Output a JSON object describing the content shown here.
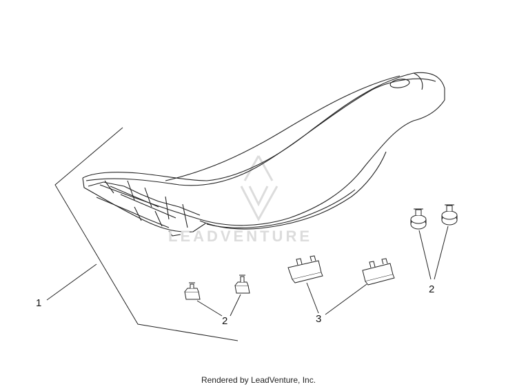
{
  "callouts": {
    "seat_assembly": "1",
    "front_bumper_pair": "2",
    "mid_bracket_pair": "3",
    "rear_bumper_pair": "2"
  },
  "watermark": "LEADVENTURE",
  "credit": "Rendered by LeadVenture, Inc."
}
